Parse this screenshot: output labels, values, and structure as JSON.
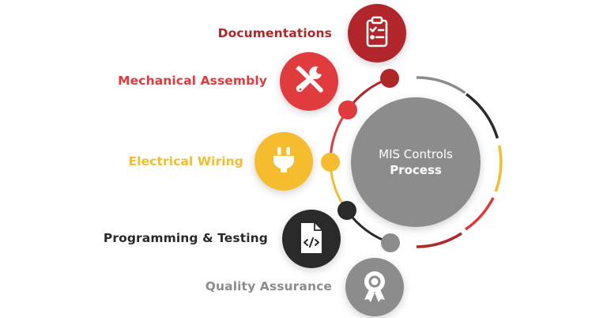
{
  "center": {
    "line1": "MIS Controls",
    "line2": "Process",
    "color": "#8C8C8C"
  },
  "steps": [
    {
      "label": "Documentations",
      "icon": "clipboard-checklist-icon",
      "color": "#B0272A"
    },
    {
      "label": "Mechanical Assembly",
      "icon": "wrench-screwdriver-icon",
      "color": "#E03A3C"
    },
    {
      "label": "Electrical Wiring",
      "icon": "electric-plug-icon",
      "color": "#F5BC2E"
    },
    {
      "label": "Programming & Testing",
      "icon": "code-file-icon",
      "color": "#2A2A2A"
    },
    {
      "label": "Quality Assurance",
      "icon": "award-ribbon-icon",
      "color": "#8C8C8C"
    }
  ],
  "outer_ring_segments": [
    {
      "color": "#8C8C8C"
    },
    {
      "color": "#2A2A2A"
    },
    {
      "color": "#F5BC2E"
    },
    {
      "color": "#E03A3C"
    },
    {
      "color": "#B0272A"
    }
  ]
}
